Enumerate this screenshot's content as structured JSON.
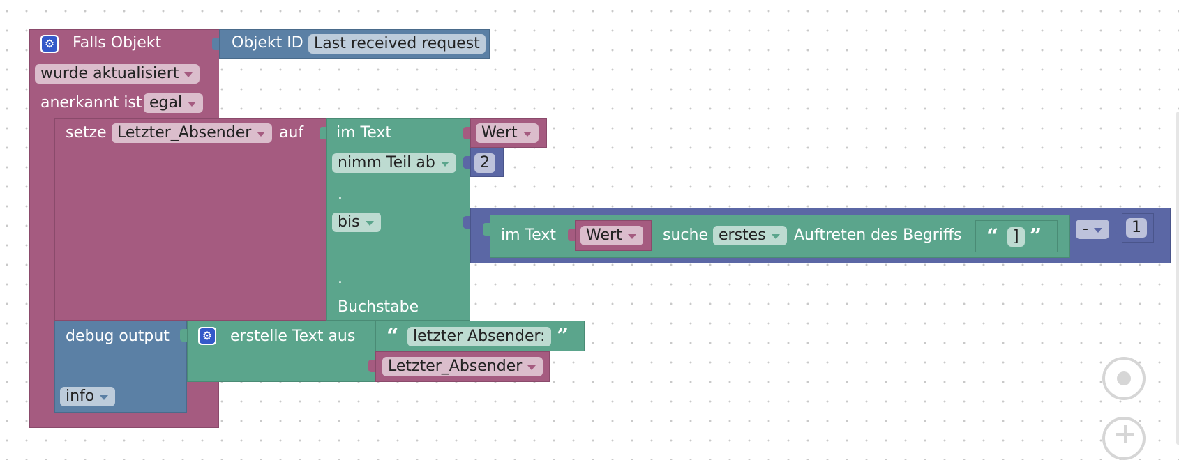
{
  "trigger_block": {
    "title": "Falls Objekt",
    "event_dropdown": "wurde aktualisiert",
    "ack_label": "anerkannt ist",
    "ack_dropdown": "egal"
  },
  "object_id_block": {
    "label": "Objekt ID",
    "value": "Last received request"
  },
  "set_block": {
    "label": "setze",
    "variable": "Letzter_Absender",
    "on_label": "auf"
  },
  "substring_block": {
    "in_text_label": "im Text",
    "take_dropdown": "nimm Teil ab",
    "dot1": ".",
    "to_dropdown": "bis",
    "dot2": ".",
    "letter_label": "Buchstabe"
  },
  "value_var": "Wert",
  "number_start": "2",
  "index_of_block": {
    "in_text_label": "im Text",
    "variable": "Wert",
    "find_label": "suche",
    "mode_dropdown": "erstes",
    "occurrence_label": "Auftreten des Begriffs",
    "search_term": "]"
  },
  "math_block": {
    "operator": "-",
    "number": "1"
  },
  "debug_block": {
    "label": "debug output",
    "level_dropdown": "info"
  },
  "join_block": {
    "label": "erstelle Text aus",
    "text1": "letzter Absender:",
    "variable2": "Letzter_Absender"
  },
  "quote_open": "“",
  "quote_close": "”"
}
